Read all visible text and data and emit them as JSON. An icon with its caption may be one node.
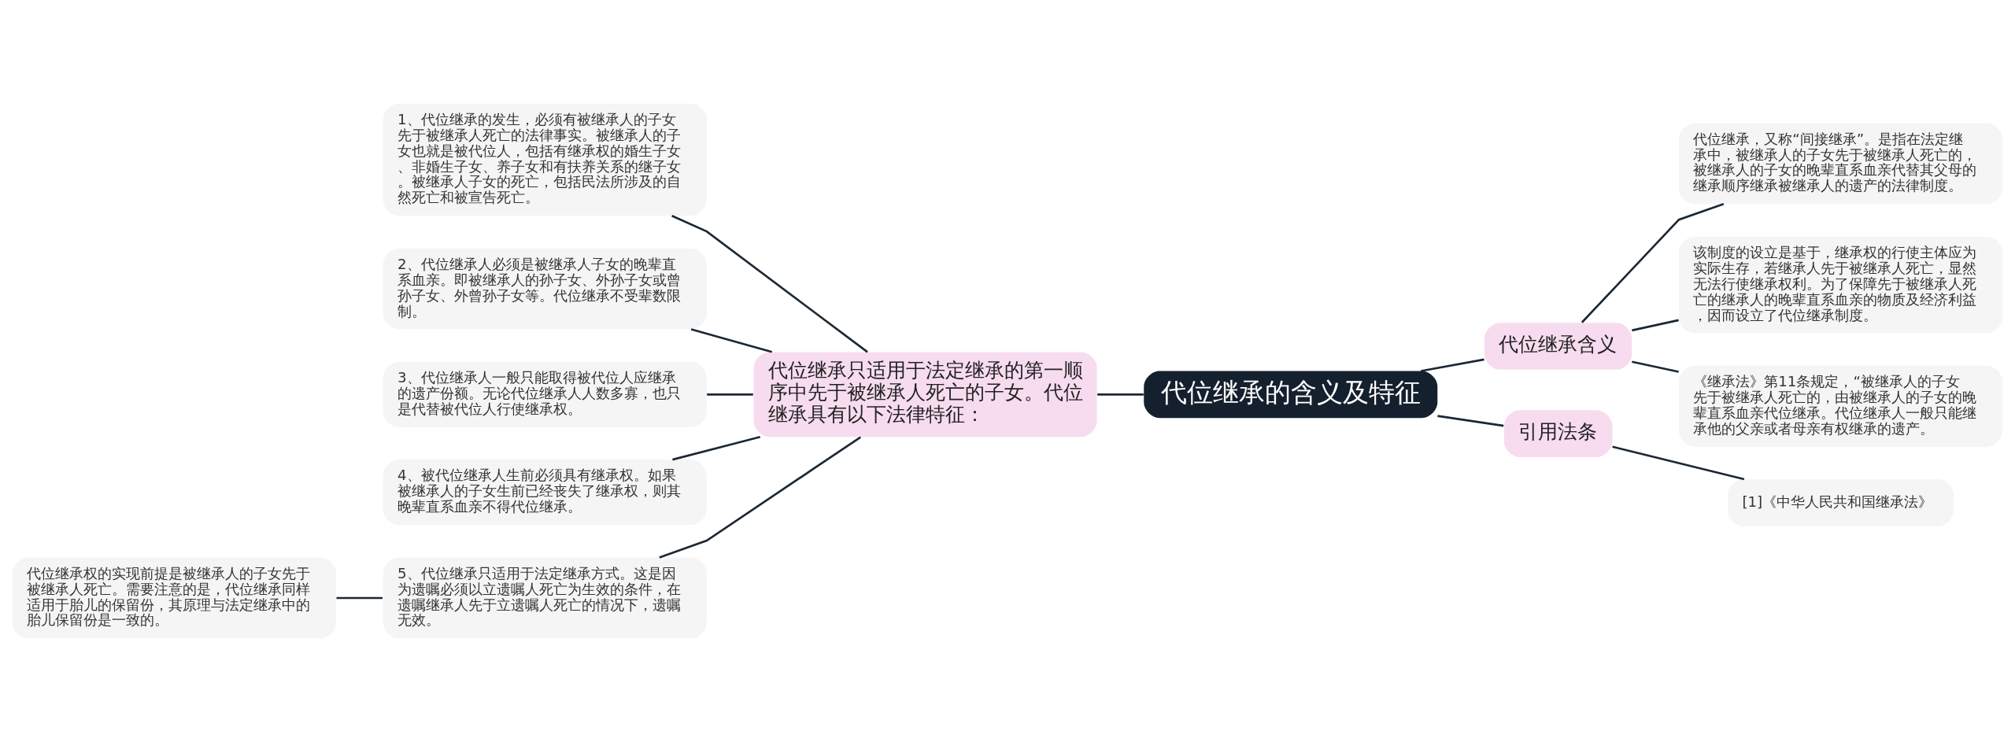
{
  "diagram": {
    "nodes": [
      {
        "text": [
          "代位继承的含义及特征"
        ]
      },
      {
        "text": [
          "代位继承含义"
        ]
      },
      {
        "text": [
          "代位继承，又称“间接继承”。是指在法定继承中，被继承人的子女先于被继承人死亡的，被继承人的子女的晚辈直系血亲代替其父母的继承顺序继承被继承人的遗产的法律制度。"
        ]
      },
      {
        "text": [
          "该制度的设立是基于，继承权的行使主体应为实际生存，若继承人先于被继承人死亡，显然无法行使继承权利。为了保障先于被继承人死亡的继承人的晚辈直系血亲的物质及经济利益，因而设立了代位继承制度。"
        ]
      },
      {
        "text": [
          "《继承法》第11条规定，“被继承人的子女先于被继承人死亡的，由被继承人的子女的晚辈直系血亲代位继承。代位继承人一般只能继承他的父亲或者母亲有权继承的遗产。"
        ]
      },
      {
        "text": [
          "引用法条"
        ]
      },
      {
        "text": [
          "[1]《中华人民共和国继承法》"
        ]
      },
      {
        "text": [
          "代位继承只适用于法定继承的第一顺序中先于被继承人死亡的子女。代位继承具有以下法律特征："
        ]
      },
      {
        "text": [
          "1、代位继承的发生，必须有被继承人的子女先于被继承人死亡的法律事实。被继承人的子女也就是被代位人，包括有继承权的婚生子女、非婚生子女、养子女和有扶养关系的继子女。被继承人子女的死亡，包括民法所涉及的自然死亡和被宣告死亡。"
        ]
      },
      {
        "text": [
          "2、代位继承人必须是被继承人子女的晚辈直系血亲。即被继承人的孙子女、外孙子女或曾孙子女、外曾孙子女等。代位继承不受辈数限制。"
        ]
      },
      {
        "text": [
          "3、代位继承人一般只能取得被代位人应继承的遗产份额。无论代位继承人人数多寡，也只是代替被代位人行使继承权。"
        ]
      },
      {
        "text": [
          "4、被代位继承人生前必须具有继承权。如果被继承人的子女生前已经丧失了继承权，则其晚辈直系血亲不得代位继承。"
        ]
      },
      {
        "text": [
          "5、代位继承只适用于法定继承方式。这是因为遗嘱必须以立遗嘱人死亡为生效的条件，在遗嘱继承人先于立遗嘱人死亡的情况下，遗嘱无效。"
        ]
      },
      {
        "text": [
          "代位继承权的实现前提是被继承人的子女先于被继承人死亡。需要注意的是，代位继承同样适用于胎儿的保留份，其原理与法定继承中的胎儿保留份是一致的。"
        ]
      }
    ],
    "edges": [
      {
        "from": 0,
        "to": 1,
        "arrow": "none"
      },
      {
        "from": 1,
        "to": 2,
        "arrow": "none"
      },
      {
        "from": 1,
        "to": 3,
        "arrow": "none"
      },
      {
        "from": 1,
        "to": 4,
        "arrow": "none"
      },
      {
        "from": 0,
        "to": 5,
        "arrow": "none"
      },
      {
        "from": 5,
        "to": 6,
        "arrow": "none"
      },
      {
        "from": 0,
        "to": 7,
        "arrow": "none"
      },
      {
        "from": 7,
        "to": 8,
        "arrow": "none"
      },
      {
        "from": 7,
        "to": 9,
        "arrow": "none"
      },
      {
        "from": 7,
        "to": 10,
        "arrow": "none"
      },
      {
        "from": 7,
        "to": 11,
        "arrow": "none"
      },
      {
        "from": 7,
        "to": 12,
        "arrow": "none"
      },
      {
        "from": 12,
        "to": 13,
        "arrow": "none"
      }
    ]
  }
}
